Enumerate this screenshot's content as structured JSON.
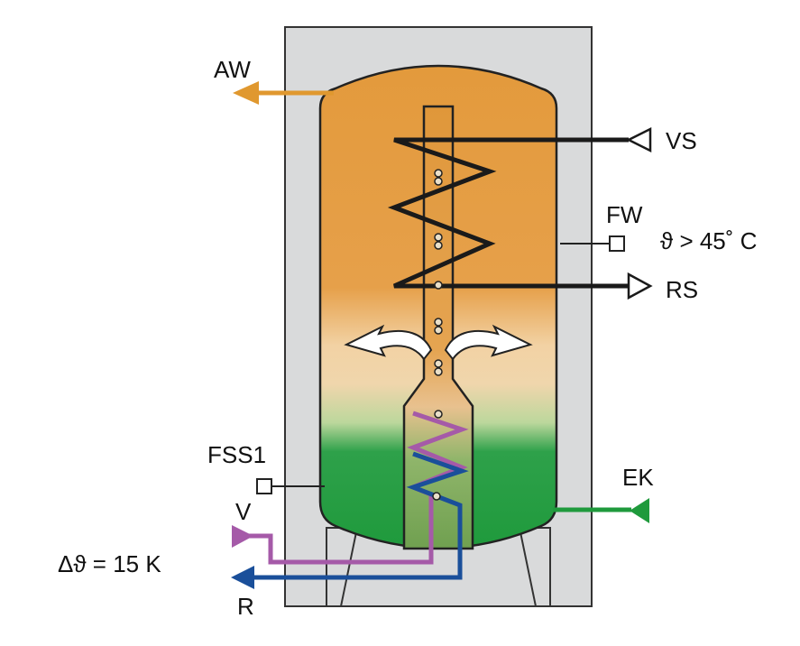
{
  "labels": {
    "aw": "AW",
    "vs": "VS",
    "fw": "FW",
    "fw_temp": "ϑ > 45˚ C",
    "rs": "RS",
    "fss1": "FSS1",
    "v": "V",
    "r": "R",
    "delta": "Δϑ = 15 K",
    "ek": "EK"
  },
  "colors": {
    "casing": "#d9dadb",
    "outline": "#222222",
    "hot_water": "#e49a3c",
    "mix_zone": "#f2d3a6",
    "cold_water": "#1f9a3c",
    "aw_pipe": "#e0982f",
    "ek_pipe": "#1f9a3c",
    "supply_pipe": "#a55aa8",
    "return_pipe": "#1a4f9a",
    "coil": "#1a1a1a"
  },
  "icons": {
    "sensor_fw": "sensor-square-icon",
    "sensor_fss1": "sensor-square-icon",
    "flow_arrows": "curved-arrow-icon"
  }
}
